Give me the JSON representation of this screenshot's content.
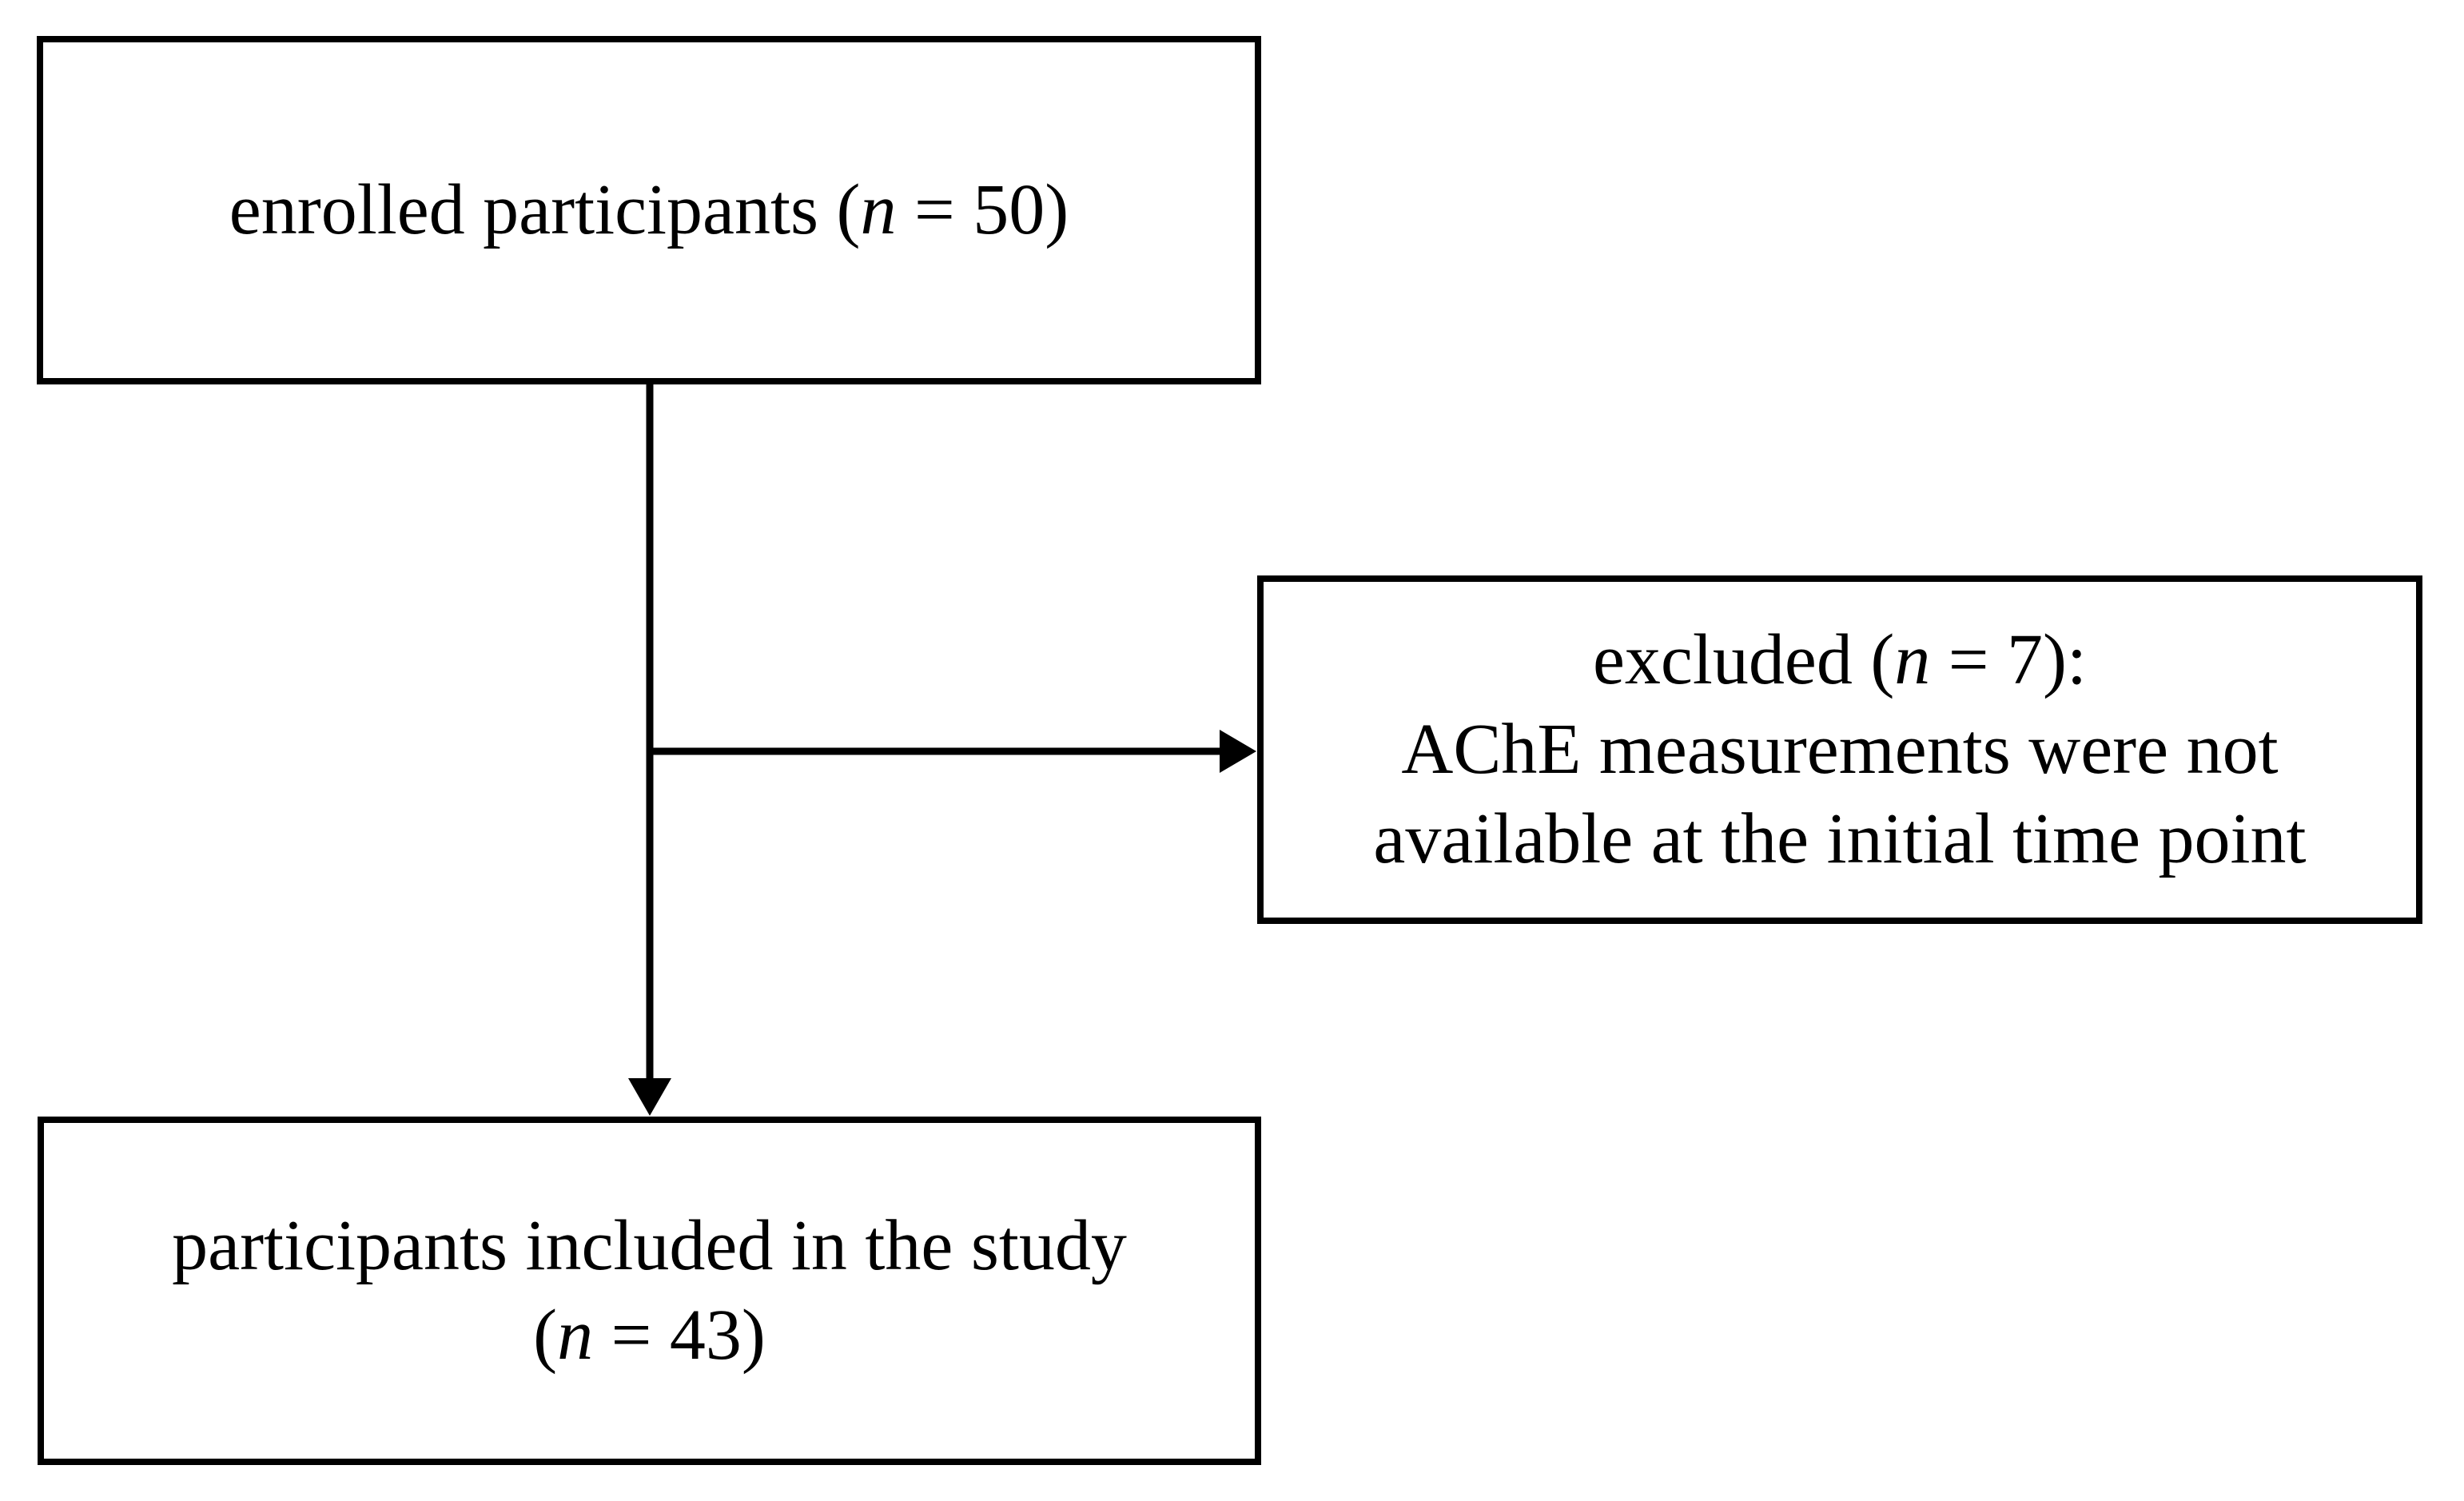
{
  "figure": {
    "background_color": "#ffffff",
    "line_color": "#000000",
    "text_color": "#000000"
  },
  "nodes": {
    "enrolled": {
      "prefix": "enrolled participants (",
      "n": "n",
      "suffix": " = 50)"
    },
    "excluded": {
      "line1_prefix": "excluded (",
      "n": "n",
      "line1_suffix": " = 7):",
      "line2": "AChE measurements were not",
      "line3": "available at the initial time point"
    },
    "included": {
      "line1": "participants included in the study",
      "line2_prefix": "(",
      "n": "n",
      "line2_suffix": " = 43)"
    }
  }
}
